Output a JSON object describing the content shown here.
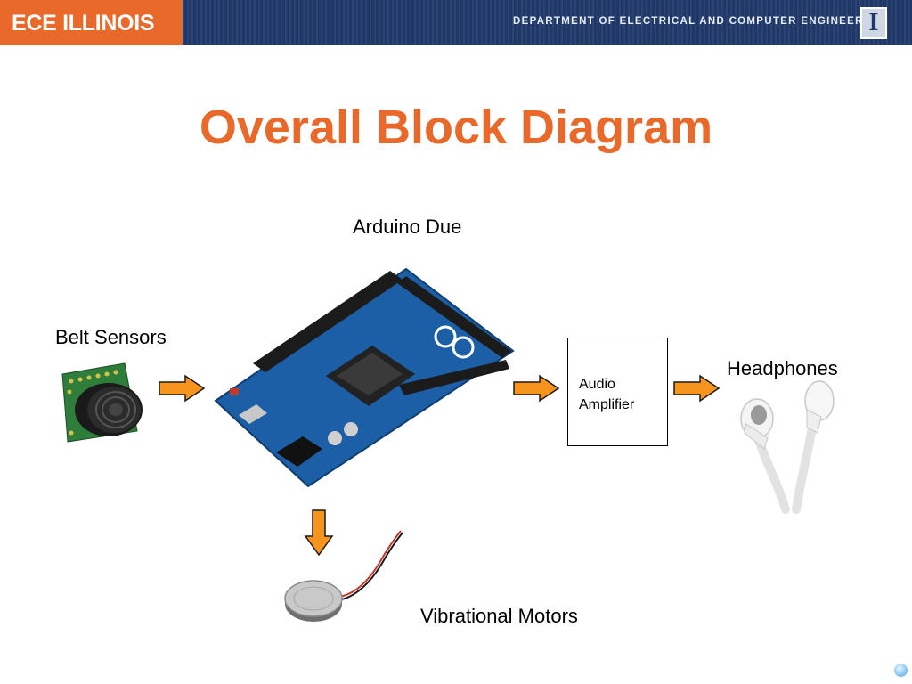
{
  "header": {
    "logo": "ECE ILLINOIS",
    "department": "DEPARTMENT OF ELECTRICAL AND COMPUTER ENGINEERING",
    "illini_mark": "I"
  },
  "title": "Overall Block Diagram",
  "blocks": {
    "arduino": "Arduino Due",
    "belt_sensors": "Belt Sensors",
    "headphones": "Headphones",
    "vibrational_motors": "Vibrational Motors",
    "audio_amplifier_line1": "Audio",
    "audio_amplifier_line2": "Amplifier"
  },
  "colors": {
    "accent": "#e8692a",
    "header_bg": "#1f3868",
    "arrow": "#f7941d",
    "board": "#1c5fa6"
  }
}
